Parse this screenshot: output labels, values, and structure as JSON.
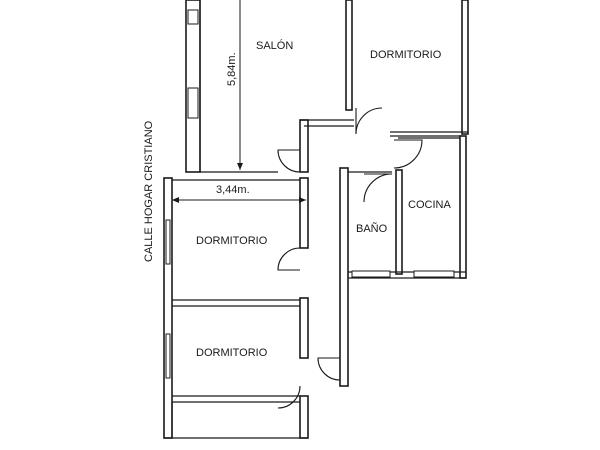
{
  "rooms": {
    "salon": "SALÓN",
    "dormitorio_top": "DORMITORIO",
    "dormitorio_mid": "DORMITORIO",
    "dormitorio_bottom": "DORMITORIO",
    "bano": "BAÑO",
    "cocina": "COCINA"
  },
  "dimensions": {
    "salon_height": "5,84m.",
    "bedroom_width": "3,44m."
  },
  "street": "CALLE HOGAR CRISTIANO"
}
